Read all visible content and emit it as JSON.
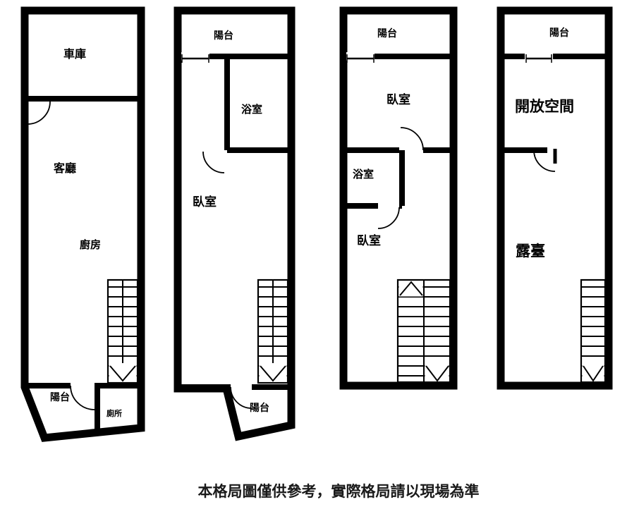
{
  "caption": "本格局圖僅供參考，實際格局請以現場為準",
  "colors": {
    "wall": "#000000",
    "background": "#ffffff",
    "text": "#000000"
  },
  "floors": [
    {
      "labels": {
        "garage": "車庫",
        "living_room": "客廳",
        "kitchen": "廚房",
        "balcony": "陽台",
        "toilet": "廁所"
      }
    },
    {
      "labels": {
        "balcony_top": "陽台",
        "bathroom": "浴室",
        "bedroom": "臥室",
        "balcony_bottom": "陽台"
      }
    },
    {
      "labels": {
        "balcony_top": "陽台",
        "bedroom_upper": "臥室",
        "bathroom": "浴室",
        "bedroom_lower": "臥室"
      }
    },
    {
      "labels": {
        "balcony_top": "陽台",
        "open_space": "開放空間",
        "terrace": "露臺"
      }
    }
  ]
}
